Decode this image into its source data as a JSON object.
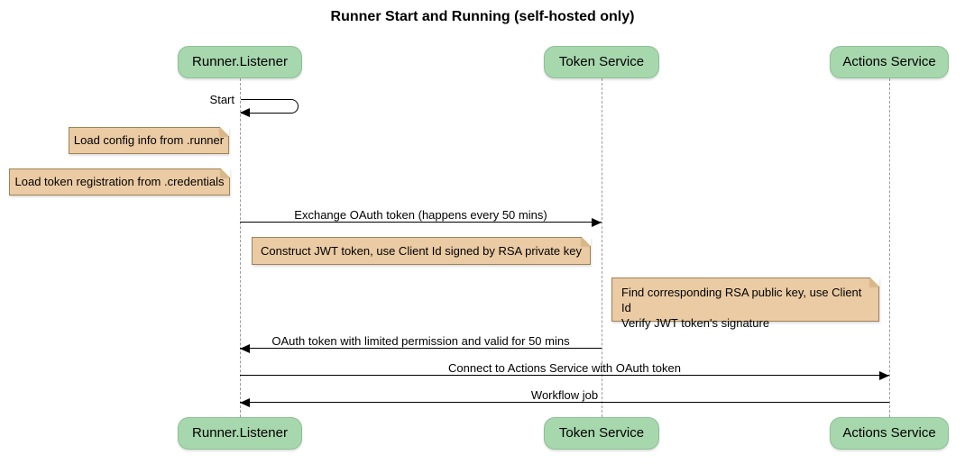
{
  "title": "Runner Start and Running (self-hosted only)",
  "participants": [
    {
      "id": "runner-listener",
      "label": "Runner.Listener"
    },
    {
      "id": "token-service",
      "label": "Token Service"
    },
    {
      "id": "actions-service",
      "label": "Actions Service"
    }
  ],
  "messages": [
    {
      "type": "self",
      "from": "runner-listener",
      "to": "runner-listener",
      "label": "Start"
    },
    {
      "type": "arrow",
      "from": "runner-listener",
      "to": "token-service",
      "label": "Exchange OAuth token (happens every 50 mins)"
    },
    {
      "type": "arrow",
      "from": "token-service",
      "to": "runner-listener",
      "label": "OAuth token with limited permission and valid for 50 mins"
    },
    {
      "type": "arrow",
      "from": "runner-listener",
      "to": "actions-service",
      "label": "Connect to Actions Service with OAuth token"
    },
    {
      "type": "arrow",
      "from": "actions-service",
      "to": "runner-listener",
      "label": "Workflow job"
    }
  ],
  "notes": [
    {
      "over": "runner-listener",
      "label": "Load config info from .runner"
    },
    {
      "over": "runner-listener",
      "label": "Load token registration from .credentials"
    },
    {
      "over": "runner-listener",
      "label": "Construct JWT token, use Client Id signed by RSA private key"
    },
    {
      "over": "token-service",
      "label": "Find corresponding RSA public key, use Client Id\nVerify JWT token's signature"
    }
  ],
  "colors": {
    "bg": "#ffffff",
    "participant-fill": "#A7D7AD",
    "participant-border": "#8CC095",
    "note-fill": "#EBCBA4",
    "note-border": "#9E8256",
    "note-fold": "#D9B884",
    "lifeline": "#9B9B9B",
    "arrow": "#000000",
    "text": "#000000"
  }
}
